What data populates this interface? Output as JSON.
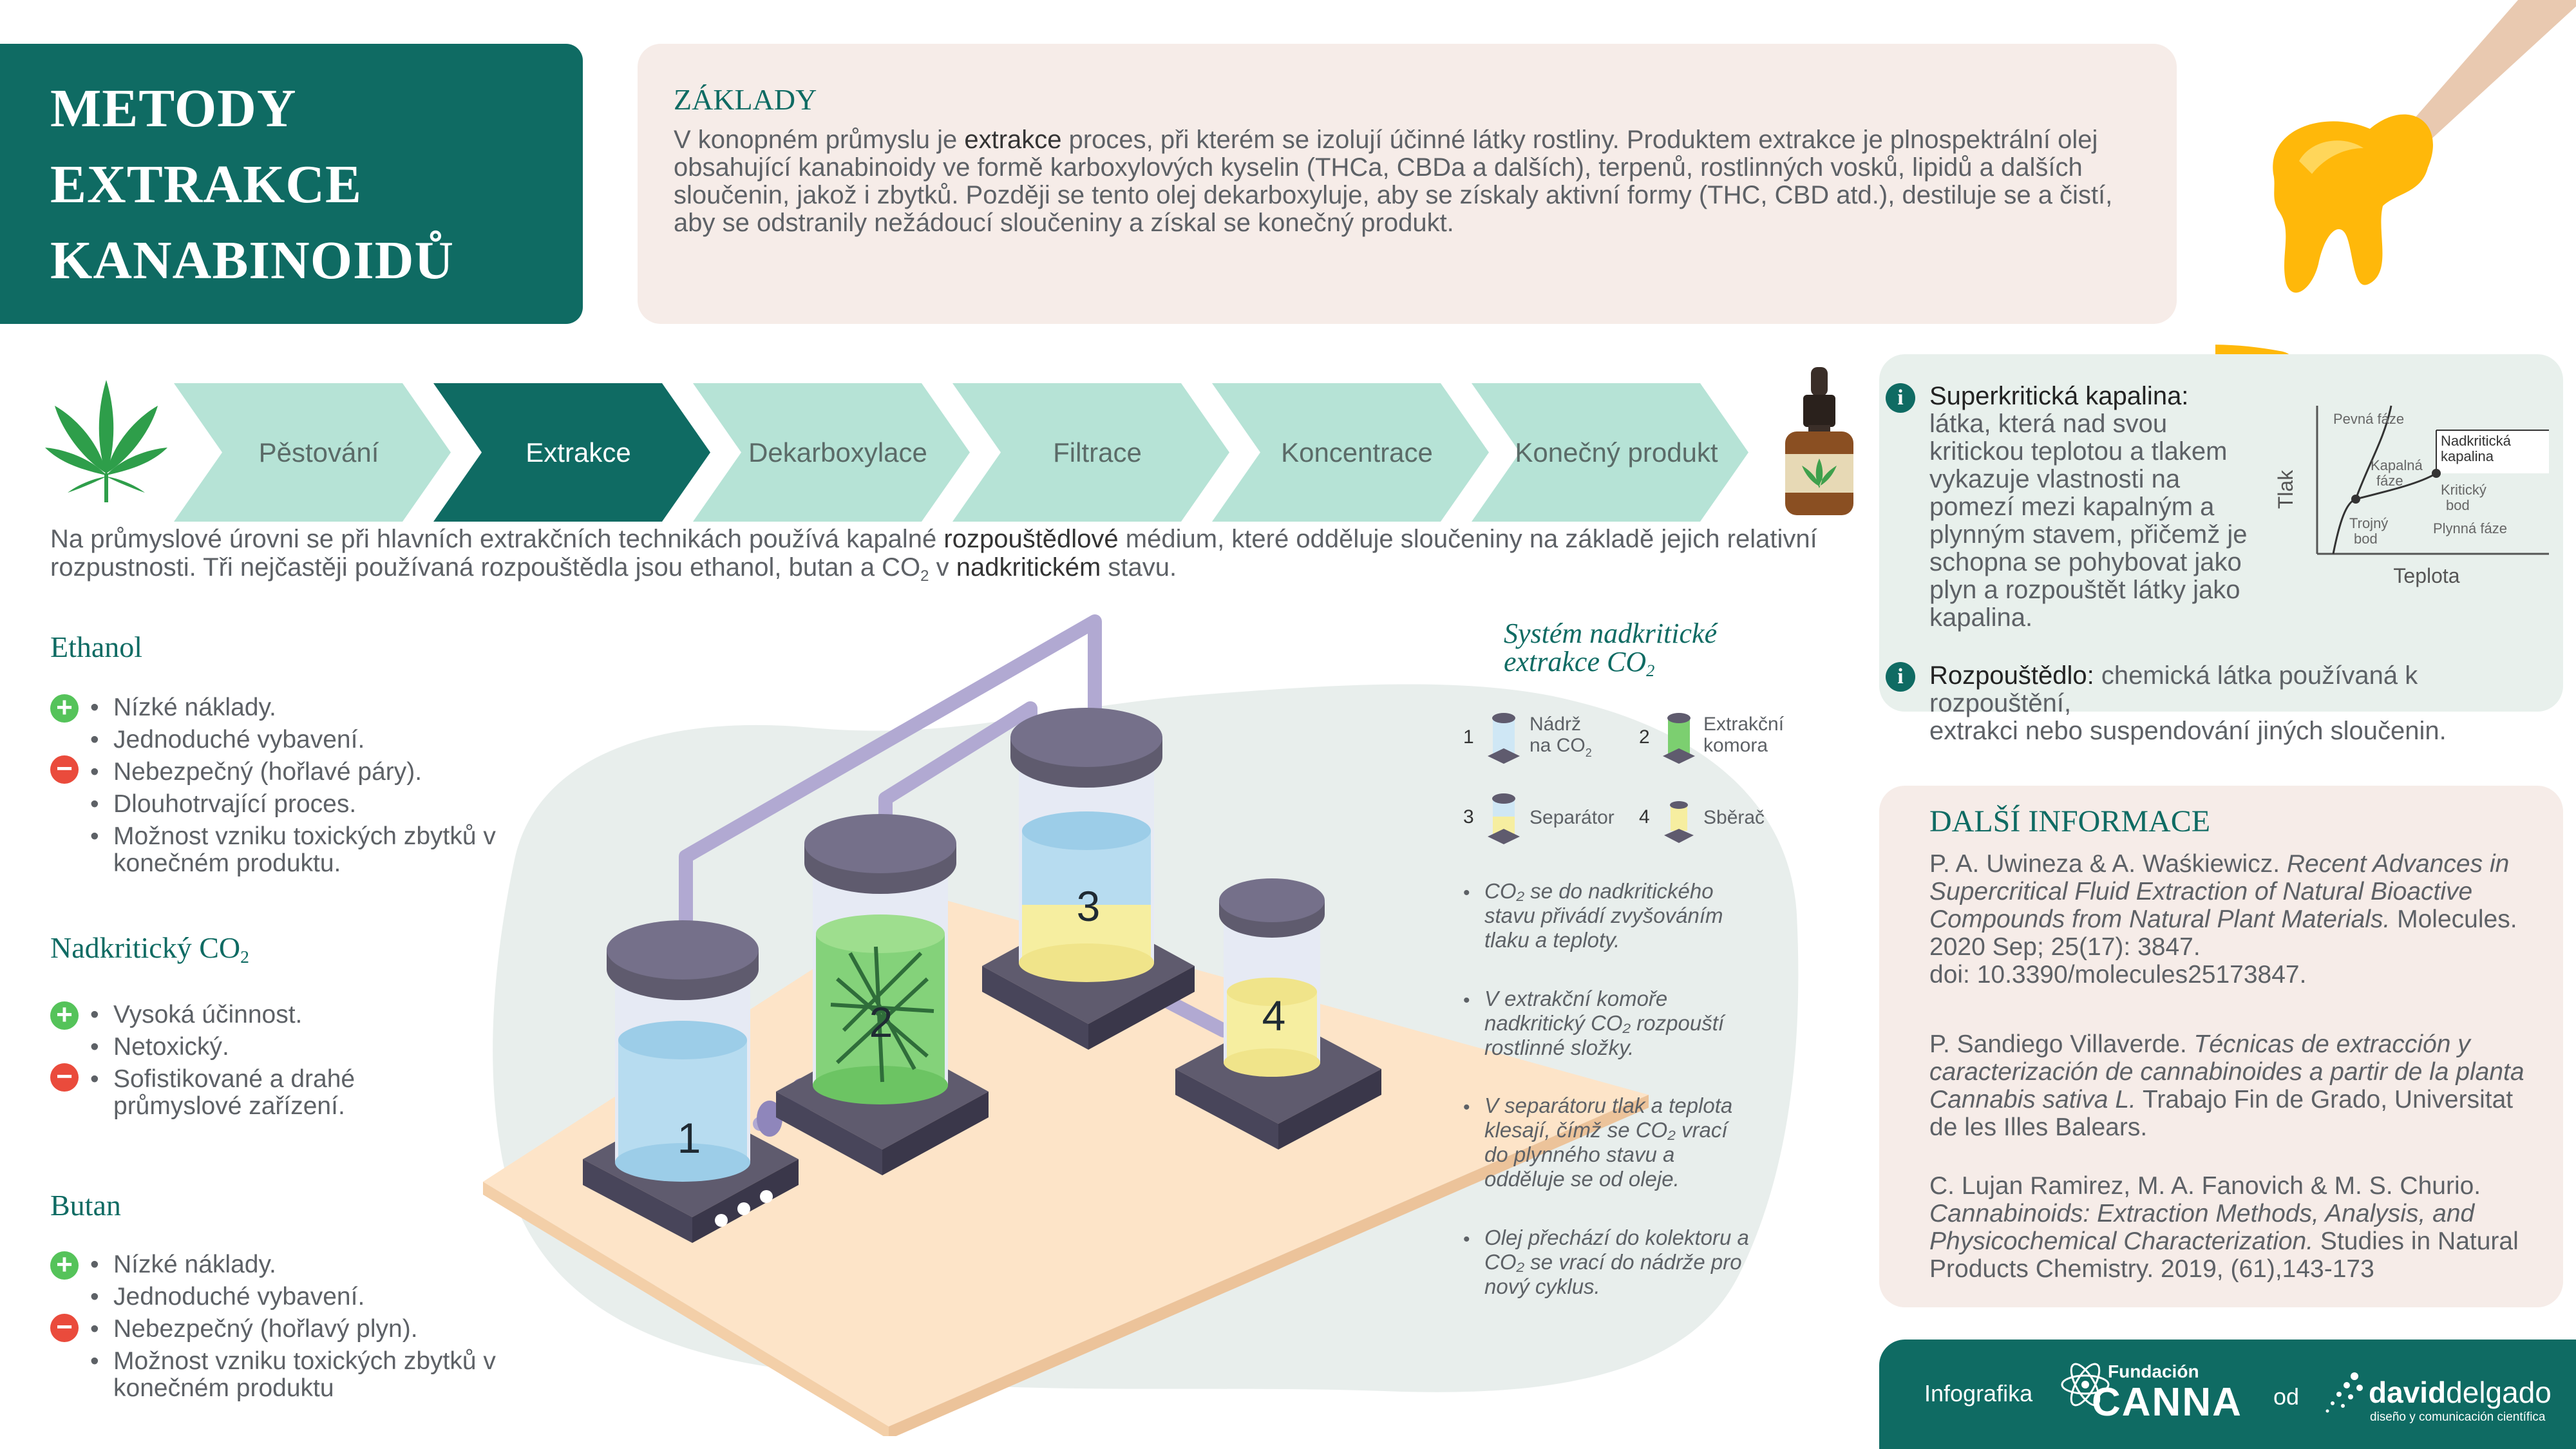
{
  "title": {
    "lines": [
      "METODY",
      "EXTRAKCE",
      "KANABINOIDŮ"
    ]
  },
  "basics": {
    "heading": "ZÁKLADY",
    "t1": "V konopném průmyslu je ",
    "t1b": "extrakce",
    "t2": " proces, při kterém se izolují účinné látky rostliny. Produktem extrakce je plnospektrální olej obsahující kanabinoidy ve formě karboxylových kyselin (THCa, CBDa a dalších), terpenů, rostlinných vosků, lipidů a dalších sloučenin, jakož i zbytků. Později se tento olej dekarboxyluje, aby se získaly aktivní formy (THC, CBD atd.), destiluje se a čistí, aby se odstranily nežádoucí sloučeniny a získal se konečný produkt."
  },
  "process": {
    "steps": [
      "Pěstování",
      "Extrakce",
      "Dekarboxylace",
      "Filtrace",
      "Koncentrace",
      "Konečný produkt"
    ],
    "active_index": 1,
    "colors": {
      "normal": "#b6e3d6",
      "active": "#0f6b63"
    }
  },
  "intro": {
    "a": "Na průmyslové úrovni se při hlavních extrakčních technikách používá kapalné ",
    "b": "rozpouštědlové",
    "c": " médium, které odděluje sloučeniny na základě jejich relativní rozpustnosti. Tři nejčastěji používaná rozpouštědla jsou ethanol, butan a CO",
    "c_sub": "2",
    "d": " v ",
    "e": "nadkritickém",
    "f": " stavu."
  },
  "solvents": {
    "ethanol": {
      "heading": "Ethanol",
      "items": [
        "Nízké náklady.",
        "Jednoduché vybavení.",
        "Nebezpečný (hořlavé páry).",
        "Dlouhotrvající proces.",
        "Možnost vzniku toxických zbytků v konečném produktu."
      ]
    },
    "co2": {
      "heading": "Nadkritický CO",
      "heading_sub": "2",
      "items": [
        "Vysoká účinnost.",
        "Netoxický.",
        "Sofistikované a drahé průmyslové zařízení."
      ]
    },
    "butan": {
      "heading": "Butan",
      "items": [
        "Nízké náklady.",
        "Jednoduché vybavení.",
        "Nebezpečný (hořlavý plyn).",
        "Možnost vzniku toxických zbytků v konečném produktu"
      ]
    },
    "bullet": "•"
  },
  "system": {
    "title1": "Systém nadkritické",
    "title2": "extrakce CO",
    "title2_sub": "2",
    "legend": [
      {
        "num": "1",
        "label1": "Nádrž",
        "label2": "na CO",
        "label2_sub": "2"
      },
      {
        "num": "2",
        "label1": "Extrakční",
        "label2": "komora",
        "label2_sub": ""
      },
      {
        "num": "3",
        "label1": "Separátor",
        "label2": "",
        "label2_sub": ""
      },
      {
        "num": "4",
        "label1": "Sběrač",
        "label2": "",
        "label2_sub": ""
      }
    ],
    "steps": [
      {
        "lines": [
          "CO₂ se do nadkritického",
          "stavu přivádí zvyšováním",
          "tlaku a teploty."
        ]
      },
      {
        "lines": [
          "V extrakční komoře",
          "nadkritický CO₂ rozpouští",
          "rostlinné složky."
        ]
      },
      {
        "lines": [
          "V separátoru tlak a teplota",
          "klesají, čímž se CO₂  vrací",
          "do plynného stavu a",
          "odděluje se od oleje."
        ]
      },
      {
        "lines": [
          "Olej přechází do kolektoru a",
          "CO₂  se vrací do nádrže pro",
          "nový cyklus."
        ]
      }
    ],
    "tank_numbers": [
      "1",
      "2",
      "3",
      "4"
    ]
  },
  "info": {
    "supercritical": {
      "term": "Superkritická kapalina:",
      "lines": [
        "látka, která nad svou",
        "kritickou teplotou a tlakem",
        "vykazuje vlastnosti na",
        "pomezí mezi kapalným a",
        "plynným stavem, přičemž je",
        "schopna se pohybovat jako",
        "plyn a rozpouštět látky jako",
        "kapalina."
      ]
    },
    "diagram": {
      "ylabel": "Tlak",
      "xlabel": "Teplota",
      "labels": {
        "solid": "Pevná fáze",
        "liquid1": "Kapalná",
        "liquid2": "fáze",
        "sc1": "Nadkritická",
        "sc2": "kapalina",
        "crit1": "Kritický",
        "crit2": "bod",
        "triple1": "Trojný",
        "triple2": "bod",
        "gas": "Plynná fáze"
      }
    },
    "solvent": {
      "term": "Rozpouštědlo:",
      "line1": " chemická látka používaná k rozpouštění,",
      "line2": "extrakci nebo suspendování jiných sloučenin."
    }
  },
  "more": {
    "heading": "DALŠÍ INFORMACE",
    "refs": [
      {
        "authors": "P. A. Uwineza & A. Waśkiewicz. ",
        "title": "Recent Advances in Supercritical Fluid Extraction of Natural Bioactive Compounds from Natural Plant Materials.",
        "rest": " Molecules. 2020 Sep; 25(17): 3847.",
        "doi": "doi: 10.3390/molecules25173847."
      },
      {
        "authors": "P. Sandiego Villaverde. ",
        "title": "Técnicas de extracción y caracterización de cannabinoides a partir de la planta Cannabis sativa L.",
        "rest": " Trabajo Fin de Grado, Universitat de les Illes Balears.",
        "doi": ""
      },
      {
        "authors": "C. Lujan Ramirez, M. A. Fanovich & M. S. Churio. ",
        "title": "Cannabinoids: Extraction Methods, Analysis, and Physicochemical Characterization.",
        "rest": " Studies in Natural Products Chemistry. 2019, (61),143-173",
        "doi": ""
      }
    ]
  },
  "footer": {
    "infografika": "Infografika",
    "fundacion": "Fundación",
    "canna": "CANNA",
    "od": "od",
    "david": "david",
    "delgado": "delgado",
    "tagline": "diseño y comunicación científica"
  }
}
